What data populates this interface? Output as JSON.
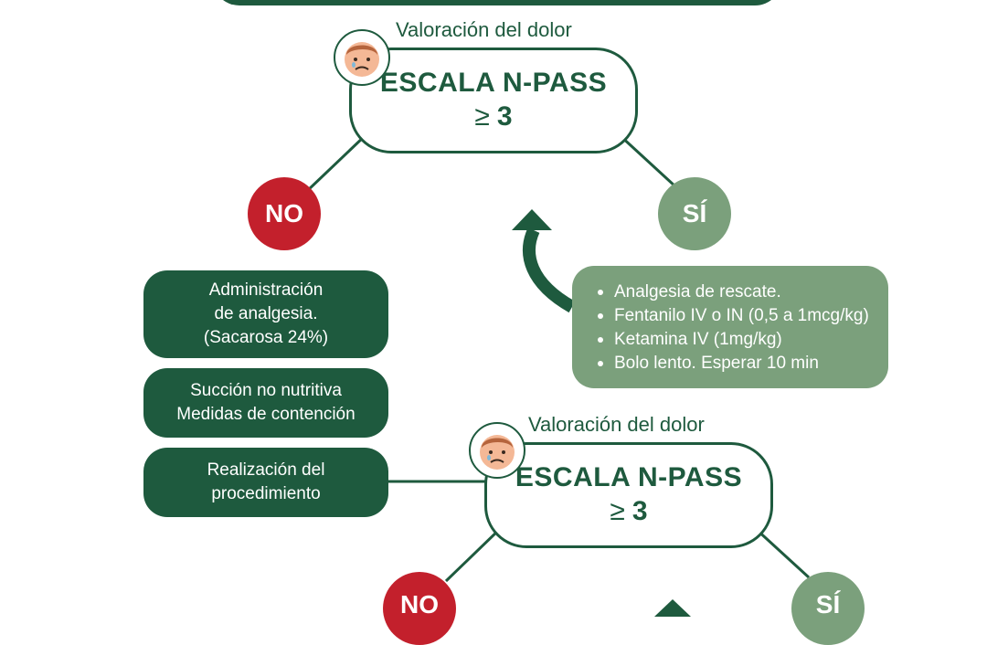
{
  "caption_1": "Valoración del dolor",
  "scale_1": {
    "title": "ESCALA N-PASS",
    "symbol": "≥",
    "value": "3"
  },
  "no_1": "NO",
  "si_1": "SÍ",
  "dark_box_1": {
    "line_1": "Administración",
    "line_2": "de analgesia.",
    "line_3": "(Sacarosa 24%)"
  },
  "dark_box_2": {
    "line_1": "Succión no nutritiva",
    "line_2": "Medidas de contención"
  },
  "dark_box_3": {
    "line_1": "Realización del",
    "line_2": "procedimiento"
  },
  "rescue_box": {
    "items": [
      "Analgesia de rescate.",
      "Fentanilo IV o IN (0,5 a 1mcg/kg)",
      "Ketamina IV (1mg/kg)",
      "Bolo lento. Esperar 10 min"
    ]
  },
  "caption_2": "Valoración del dolor",
  "scale_2": {
    "title": "ESCALA N-PASS",
    "symbol": "≥",
    "value": "3"
  },
  "no_2": "NO",
  "si_2": "SÍ",
  "colors": {
    "dark_green": "#1e5a3e",
    "light_green": "#7ba07c",
    "red": "#c3202c"
  },
  "icons": {
    "face": "crying-baby-face-icon",
    "arrow": "curved-arrow-icon"
  }
}
